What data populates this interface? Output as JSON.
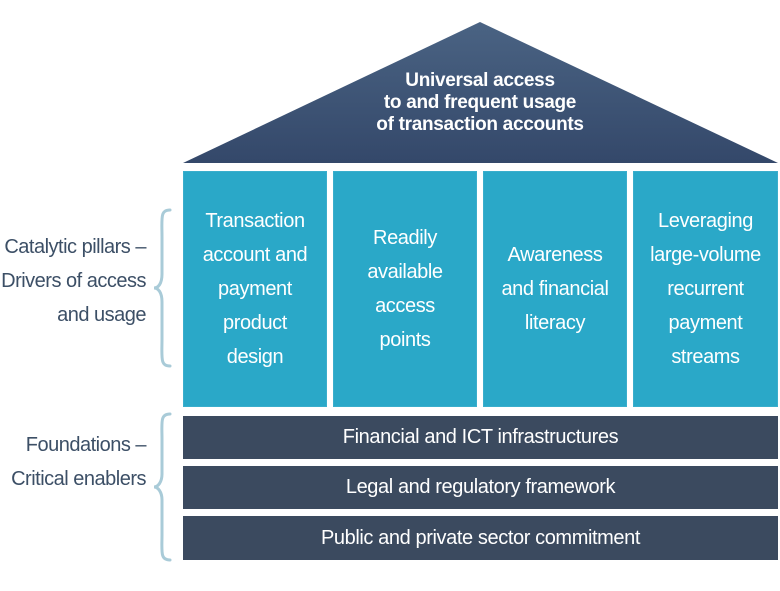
{
  "roof": {
    "lines": [
      "Universal access",
      "to and  frequent usage",
      "of transaction accounts"
    ]
  },
  "pillars": [
    {
      "label": "Transaction\naccount and\npayment\nproduct\ndesign"
    },
    {
      "label": "Readily\navailable\naccess\npoints"
    },
    {
      "label": "Awareness\nand financial\nliteracy"
    },
    {
      "label": "Leveraging\nlarge-volume\nrecurrent\npayment\nstreams"
    }
  ],
  "foundations": [
    {
      "label": "Financial and ICT infrastructures"
    },
    {
      "label": "Legal and regulatory framework"
    },
    {
      "label": "Public and private sector commitment"
    }
  ],
  "side_labels": {
    "pillars": [
      "Catalytic pillars –",
      "Drivers of access",
      "and usage"
    ],
    "foundations": [
      "Foundations –",
      "Critical enablers"
    ]
  },
  "colors": {
    "roof": "#3d5370",
    "pillar": "#2aa8c8",
    "foundation": "#3b4a5f",
    "side_text": "#3c4f66",
    "brace": "#a9cbd8"
  }
}
